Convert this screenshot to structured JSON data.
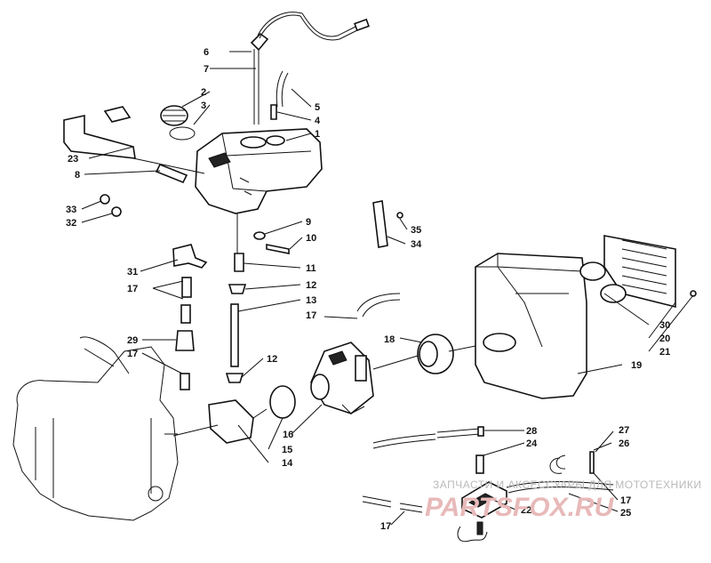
{
  "callouts": {
    "n1": "1",
    "n2": "2",
    "n3": "3",
    "n4": "4",
    "n5": "5",
    "n6": "6",
    "n7": "7",
    "n8": "8",
    "n9": "9",
    "n10": "10",
    "n11": "11",
    "n12a": "12",
    "n12b": "12",
    "n13": "13",
    "n14": "14",
    "n15": "15",
    "n16": "16",
    "n17a": "17",
    "n17b": "17",
    "n17c": "17",
    "n17d": "17",
    "n17e": "17",
    "n18": "18",
    "n19": "19",
    "n20": "20",
    "n21": "21",
    "n22": "22",
    "n23": "23",
    "n24": "24",
    "n25": "25",
    "n26": "26",
    "n27": "27",
    "n28": "28",
    "n29": "29",
    "n30": "30",
    "n31": "31",
    "n32": "32",
    "n33": "33",
    "n34": "34",
    "n35": "35"
  },
  "watermark": {
    "caption": "ЗАПЧАСТИ И АКСЕССУАРЫ ДЛЯ МОТОТЕХНИКИ",
    "logo": "PARTSFOX.RU"
  }
}
